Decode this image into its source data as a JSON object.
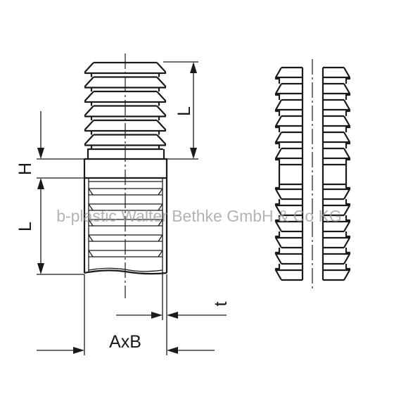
{
  "labels": {
    "length_top": "L",
    "height": "H",
    "length_bottom": "L",
    "thickness": "t",
    "size": "AxB"
  },
  "watermark": "b-plastic Walter Bethke GmbH & Co KG"
}
